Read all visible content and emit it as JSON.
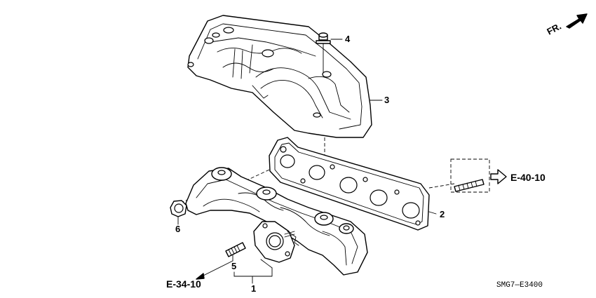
{
  "diagram": {
    "front_indicator": "FR.",
    "part_numbers": {
      "p1": "1",
      "p2": "2",
      "p3": "3",
      "p4": "4",
      "p5": "5",
      "p6": "6"
    },
    "references": {
      "ref_upper": "E-40-10",
      "ref_lower": "E-34-10"
    },
    "diagram_code": "SMG7—E3400"
  }
}
